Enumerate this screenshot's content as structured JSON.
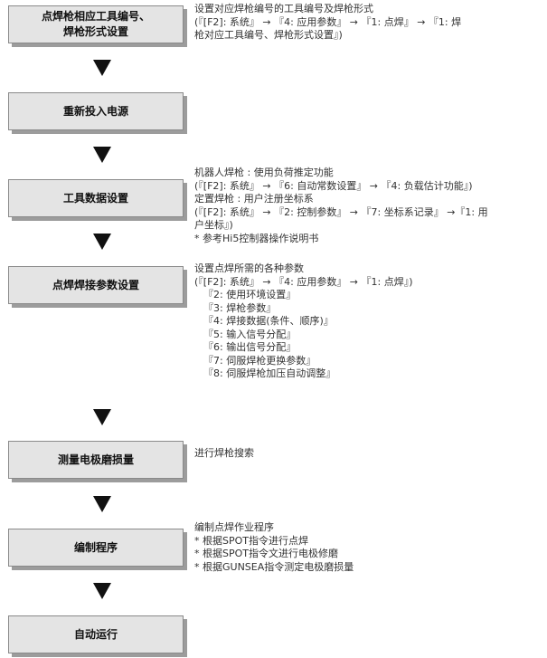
{
  "steps": [
    {
      "label_lines": [
        "点焊枪相应工具编号、",
        "焊枪形式设置"
      ],
      "desc": [
        "设置对应焊枪编号的工具编号及焊枪形式",
        "(『[F2]: 系统』 → 『4: 应用参数』 → 『1: 点焊』 → 『1: 焊",
        "枪对应工具编号、焊枪形式设置』)"
      ]
    },
    {
      "label_lines": [
        "重新投入电源"
      ],
      "desc": []
    },
    {
      "label_lines": [
        "工具数据设置"
      ],
      "desc": [
        "机器人焊枪 : 使用负荷推定功能",
        "(『[F2]: 系统』 → 『6: 自动常数设置』 → 『4: 负载估计功能』)",
        "定置焊枪 : 用户注册坐标系",
        "(『[F2]: 系统』 → 『2: 控制参数』 → 『7: 坐标系记录』 →『1: 用",
        "户坐标』)",
        "* 参考Hi5控制器操作说明书"
      ]
    },
    {
      "label_lines": [
        "点焊焊接参数设置"
      ],
      "desc": [
        "设置点焊所需的各种参数",
        "(『[F2]: 系统』 → 『4: 应用参数』 → 『1: 点焊』)"
      ],
      "sub_items": [
        "『2: 使用环境设置』",
        "『3: 焊枪参数』",
        "『4: 焊接数据(条件、顺序)』",
        "『5: 输入信号分配』",
        "『6: 输出信号分配』",
        "『7: 伺服焊枪更换参数』",
        "『8: 伺服焊枪加压自动调整』"
      ]
    },
    {
      "label_lines": [
        "测量电极磨损量"
      ],
      "desc": [
        "进行焊枪搜索"
      ]
    },
    {
      "label_lines": [
        "编制程序"
      ],
      "desc": [
        "编制点焊作业程序",
        "* 根据SPOT指令进行点焊",
        "* 根据SPOT指令文进行电极修磨",
        "* 根据GUNSEA指令测定电极磨损量"
      ]
    },
    {
      "label_lines": [
        "自动运行"
      ],
      "desc": []
    }
  ]
}
